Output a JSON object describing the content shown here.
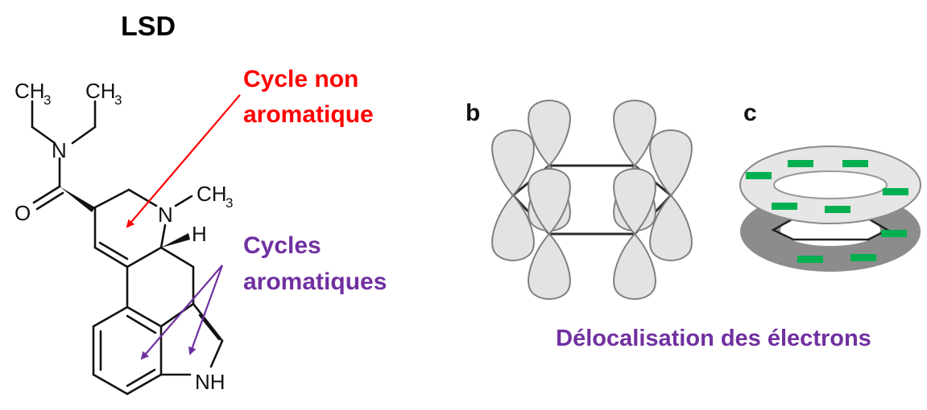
{
  "molecule": {
    "title": "LSD",
    "atoms": {
      "ch3_left": "CH",
      "ch3_left_sub": "3",
      "ch3_right": "CH",
      "ch3_right_sub": "3",
      "n_amide": "N",
      "o_carbonyl": "O",
      "n_ring": "N",
      "ch3_nmethyl": "CH",
      "ch3_nmethyl_sub": "3",
      "h_stereo": "H",
      "nh_indole": "NH"
    }
  },
  "labels": {
    "non_aromatic_line1": "Cycle non",
    "non_aromatic_line2": "aromatique",
    "aromatic_line1": "Cycles",
    "aromatic_line2": "aromatiques"
  },
  "orbitals": {
    "panel_b": "b",
    "panel_c": "c",
    "caption": "Délocalisation des électrons"
  },
  "colors": {
    "non_aromatic": "#ff0000",
    "aromatic": "#7030a0",
    "electron": "#00b050",
    "ring_top": "#e6e6e6",
    "ring_bottom": "#8c8c8c"
  }
}
